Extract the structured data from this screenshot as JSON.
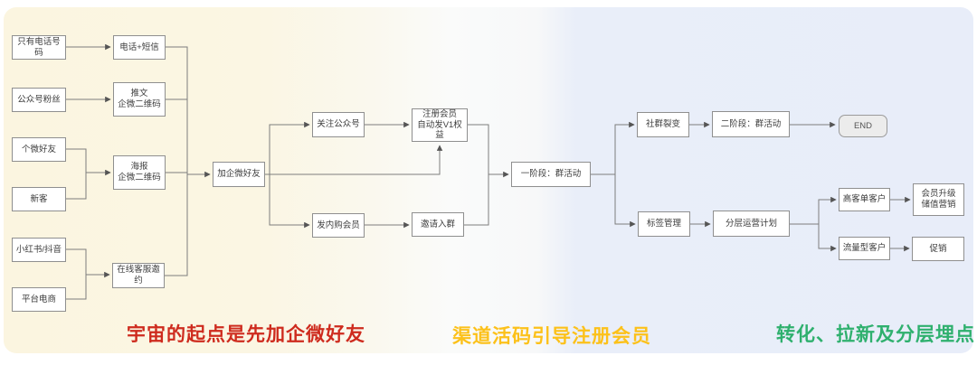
{
  "nodes": {
    "phone_only": "只有电话号码",
    "phone_sms": "电话+短信",
    "oa_fans": "公众号粉丝",
    "article_qr": "推文\n企微二维码",
    "personal_wx_friend": "个微好友",
    "poster_qr": "海报\n企微二维码",
    "new_customer": "新客",
    "xhs_douyin": "小红书/抖音",
    "online_service_invite": "在线客服邀约",
    "platform_ecom": "平台电商",
    "add_wecom_friend": "加企微好友",
    "follow_oa": "关注公众号",
    "register_member": "注册会员\n自动发V1权益",
    "internal_purchase": "发内购会员",
    "invite_to_group": "邀请入群",
    "phase1": "一阶段：群活动",
    "community_fission": "社群裂变",
    "phase2": "二阶段：群活动",
    "end": "END",
    "tag_management": "标签管理",
    "layered_ops_plan": "分层运营计划",
    "high_ticket_customer": "高客单客户",
    "member_upgrade": "会员升级\n储值营销",
    "traffic_customer": "流量型客户",
    "promotion": "促销"
  },
  "captions": {
    "left": {
      "text": "宇宙的起点是先加企微好友",
      "color": "#ce2b1e"
    },
    "middle": {
      "text": "渠道活码引导注册会员",
      "color": "#fcc11a"
    },
    "right": {
      "text": "转化、拉新及分层埋点",
      "color": "#2fb06e"
    }
  },
  "colors": {
    "section_left_bg": "#fbf5e0",
    "section_middle_bg": "#fafbfa",
    "section_right_bg": "#e8edf9",
    "connector": "#7d7d7d"
  }
}
